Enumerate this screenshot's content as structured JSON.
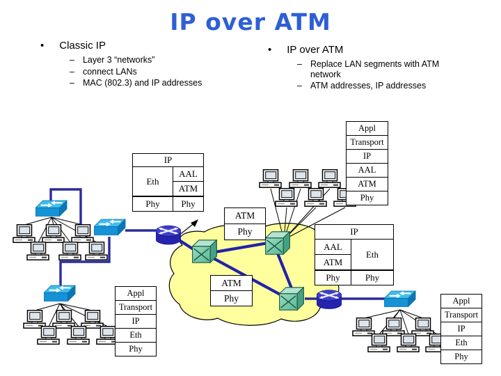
{
  "slide": {
    "title": "IP over ATM"
  },
  "bullets": {
    "left": {
      "marker": "•",
      "dash": "–",
      "heading": "Classic IP",
      "items": [
        "Layer 3 “networks”",
        "connect LANs",
        "MAC (802.3) and IP addresses"
      ]
    },
    "right": {
      "marker": "•",
      "dash": "–",
      "heading": "IP over ATM",
      "items": [
        "Replace LAN segments with ATM network",
        "ATM addresses, IP addresses"
      ]
    }
  },
  "stacks": {
    "host_top_right": {
      "rows": [
        "Appl",
        "Transport",
        "IP",
        "AAL",
        "ATM",
        "Phy"
      ]
    },
    "router_left": {
      "top": "IP",
      "eth": "Eth",
      "aal": "AAL",
      "atm": "ATM",
      "phy_left": "Phy",
      "phy_right": "Phy"
    },
    "router_right": {
      "top": "IP",
      "eth": "Eth",
      "aal": "AAL",
      "atm": "ATM",
      "phy_left": "Phy",
      "phy_right": "Phy"
    },
    "atm_upper": {
      "rows": [
        "ATM",
        "Phy"
      ]
    },
    "atm_lower": {
      "rows": [
        "ATM",
        "Phy"
      ]
    },
    "host_bottom_left": {
      "rows": [
        "Appl",
        "Transport",
        "IP",
        "Eth",
        "Phy"
      ]
    },
    "host_bottom_right": {
      "rows": [
        "Appl",
        "Transport",
        "IP",
        "Eth",
        "Phy"
      ]
    }
  },
  "diagram": {
    "workstation_count": 24,
    "ethernet_switch_count": 4,
    "router_count": 2,
    "atm_switch_count": 3
  },
  "colors": {
    "title": "#2E5FD7",
    "cloud_fill": "#FFFF9E",
    "backbone_link": "#2B2B9B",
    "atm_link": "#2222AA",
    "ethernet_switch": "#1493D6",
    "router": "#2424AE",
    "atm_switch": "#79CDAF"
  }
}
